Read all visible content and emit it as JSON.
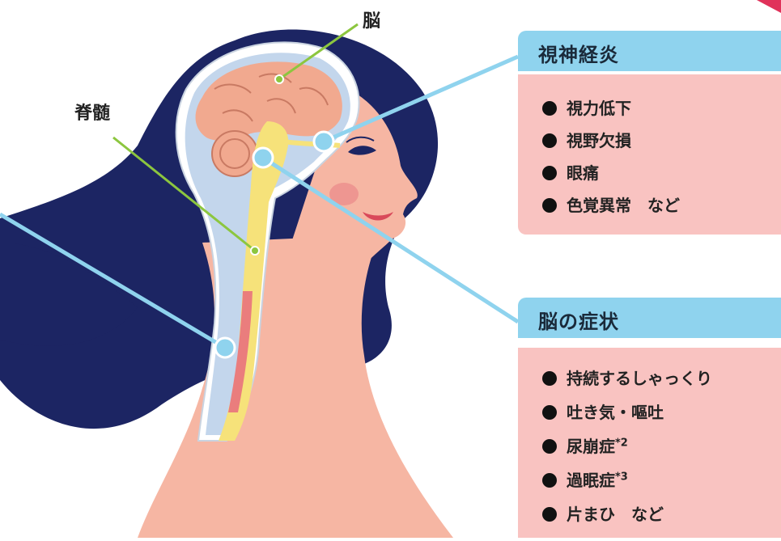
{
  "labels": {
    "brain": "脳",
    "spinal_cord": "脊髄"
  },
  "panels": {
    "optic": {
      "title": "視神経炎",
      "items": [
        "視力低下",
        "視野欠損",
        "眼痛",
        "色覚異常　など"
      ]
    },
    "brain": {
      "title": "脳の症状",
      "items": [
        {
          "text": "持続するしゃっくり",
          "sup": ""
        },
        {
          "text": "吐き気・嘔吐",
          "sup": ""
        },
        {
          "text": "尿崩症",
          "sup": "*2"
        },
        {
          "text": "過眠症",
          "sup": "*3"
        },
        {
          "text": "片まひ　など",
          "sup": ""
        }
      ]
    }
  },
  "colors": {
    "hair": "#1c2563",
    "skin": "#f6b6a3",
    "brain": "#f1a98f",
    "header": "#8fd3ee",
    "panel": "#f9c3c1",
    "pointer": "#8fd3ee",
    "leader": "#8cc63f",
    "spinal": "#f6e27a"
  }
}
